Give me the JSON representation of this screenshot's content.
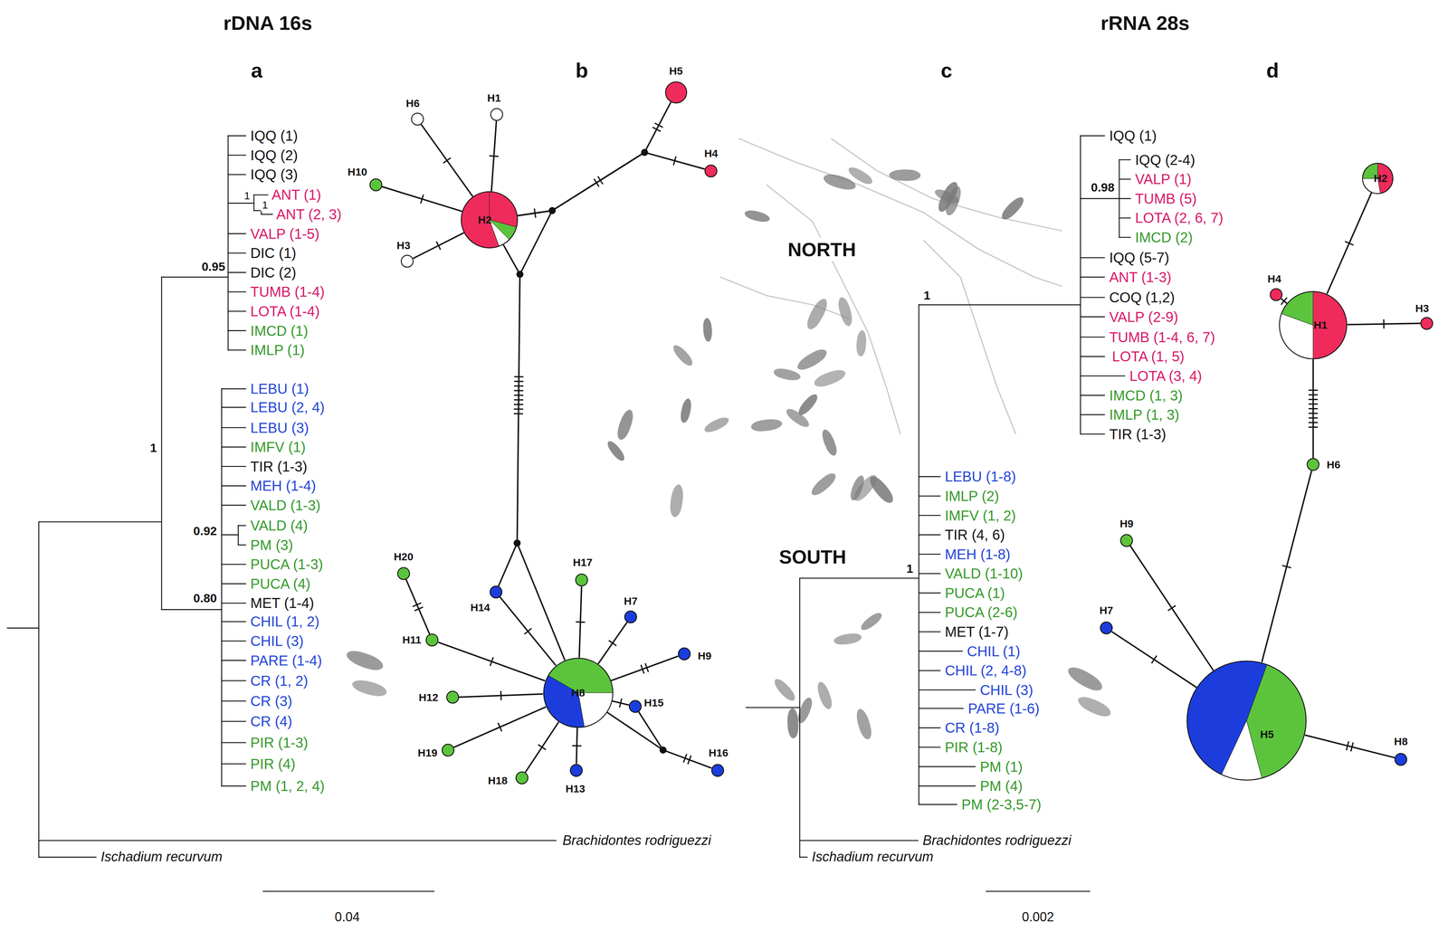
{
  "diagram": {
    "nodes": [
      {
        "text": [
          "H6"
        ]
      },
      {
        "text": [
          "H1"
        ]
      },
      {
        "text": [
          "H5"
        ]
      },
      {
        "text": [
          "H10"
        ]
      },
      {
        "text": [
          "H2"
        ]
      },
      {
        "text": [
          "H4"
        ]
      },
      {
        "text": [
          "H3"
        ]
      },
      {
        "text": [
          "H20"
        ]
      },
      {
        "text": [
          "H14"
        ]
      },
      {
        "text": [
          "H17"
        ]
      },
      {
        "text": [
          "H7"
        ]
      },
      {
        "text": [
          "H11"
        ]
      },
      {
        "text": [
          "H9"
        ]
      },
      {
        "text": [
          "H12"
        ]
      },
      {
        "text": [
          "H8"
        ]
      },
      {
        "text": [
          "H15"
        ]
      },
      {
        "text": [
          "H19"
        ]
      },
      {
        "text": [
          "H16"
        ]
      },
      {
        "text": [
          "H18"
        ]
      },
      {
        "text": [
          "H13"
        ]
      },
      {
        "text": [
          "H2"
        ]
      },
      {
        "text": [
          "H4"
        ]
      },
      {
        "text": [
          "H1"
        ]
      },
      {
        "text": [
          "H3"
        ]
      },
      {
        "text": [
          "H6"
        ]
      },
      {
        "text": [
          "H9"
        ]
      },
      {
        "text": [
          "H7"
        ]
      },
      {
        "text": [
          "H5"
        ]
      },
      {
        "text": [
          "H8"
        ]
      }
    ],
    "edges": [
      {
        "from": 4,
        "to": 1,
        "arrow": "none"
      },
      {
        "from": 4,
        "to": 0,
        "arrow": "none"
      },
      {
        "from": 4,
        "to": 3,
        "arrow": "none"
      },
      {
        "from": 4,
        "to": 6,
        "arrow": "none"
      },
      {
        "from": 4,
        "to": 2,
        "arrow": "none"
      },
      {
        "from": 4,
        "to": 5,
        "arrow": "none"
      },
      {
        "from": 4,
        "to": 14,
        "arrow": "none"
      },
      {
        "from": 14,
        "to": 8,
        "arrow": "none"
      },
      {
        "from": 14,
        "to": 9,
        "arrow": "none"
      },
      {
        "from": 14,
        "to": 10,
        "arrow": "none"
      },
      {
        "from": 14,
        "to": 12,
        "arrow": "none"
      },
      {
        "from": 14,
        "to": 15,
        "arrow": "none"
      },
      {
        "from": 14,
        "to": 17,
        "arrow": "none"
      },
      {
        "from": 14,
        "to": 19,
        "arrow": "none"
      },
      {
        "from": 14,
        "to": 18,
        "arrow": "none"
      },
      {
        "from": 14,
        "to": 16,
        "arrow": "none"
      },
      {
        "from": 14,
        "to": 13,
        "arrow": "none"
      },
      {
        "from": 14,
        "to": 11,
        "arrow": "none"
      },
      {
        "from": 11,
        "to": 7,
        "arrow": "none"
      },
      {
        "from": 22,
        "to": 20,
        "arrow": "none"
      },
      {
        "from": 22,
        "to": 21,
        "arrow": "none"
      },
      {
        "from": 22,
        "to": 23,
        "arrow": "none"
      },
      {
        "from": 22,
        "to": 24,
        "arrow": "none"
      },
      {
        "from": 24,
        "to": 27,
        "arrow": "none"
      },
      {
        "from": 27,
        "to": 25,
        "arrow": "none"
      },
      {
        "from": 27,
        "to": 26,
        "arrow": "none"
      },
      {
        "from": 27,
        "to": 28,
        "arrow": "none"
      }
    ],
    "labels": [
      "rDNA 16s",
      "rRNA 28s",
      "a",
      "b",
      "c",
      "d",
      "NORTH",
      "SOUTH",
      "IQQ (1)",
      "IQQ (2)",
      "IQQ (3)",
      "ANT (1)",
      "ANT (2, 3)",
      "VALP (1-5)",
      "DIC (1)",
      "DIC (2)",
      "TUMB (1-4)",
      "LOTA (1-4)",
      "IMCD (1)",
      "IMLP (1)",
      "LEBU (1)",
      "LEBU (2, 4)",
      "LEBU (3)",
      "IMFV (1)",
      "TIR (1-3)",
      "MEH (1-4)",
      "VALD (1-3)",
      "VALD (4)",
      "PM (3)",
      "PUCA (1-3)",
      "PUCA (4)",
      "MET (1-4)",
      "CHIL (1, 2)",
      "CHIL (3)",
      "PARE (1-4)",
      "CR (1, 2)",
      "CR (3)",
      "CR (4)",
      "PIR (1-3)",
      "PIR (4)",
      "PM (1, 2, 4)",
      "1",
      "1",
      "0.95",
      "1",
      "0.92",
      "0.80",
      "Brachidontes rodriguezzi",
      "Ischadium recurvum",
      "0.04",
      "IQQ (1)",
      "IQQ (2-4)",
      "VALP (1)",
      "TUMB (5)",
      "LOTA (2, 6, 7)",
      "IMCD (2)",
      "IQQ (5-7)",
      "ANT (1-3)",
      "COQ (1,2)",
      "VALP (2-9)",
      "TUMB (1-4, 6, 7)",
      "LOTA (1, 5)",
      "LOTA (3, 4)",
      "IMCD (1, 3)",
      "IMLP (1, 3)",
      "TIR (1-3)",
      "0.98",
      "1",
      "LEBU (1-8)",
      "IMLP (2)",
      "IMFV (1, 2)",
      "TIR (4, 6)",
      "MEH (1-8)",
      "VALD (1-10)",
      "PUCA (1)",
      "PUCA (2-6)",
      "MET (1-7)",
      "CHIL (1)",
      "CHIL (2, 4-8)",
      "CHIL (3)",
      "PARE (1-6)",
      "CR (1-8)",
      "PIR (1-8)",
      "PM (1)",
      "PM (4)",
      "PM (2-3,5-7)",
      "1",
      "Brachidontes rodriguezzi",
      "Ischadium recurvum",
      "0.002"
    ]
  }
}
